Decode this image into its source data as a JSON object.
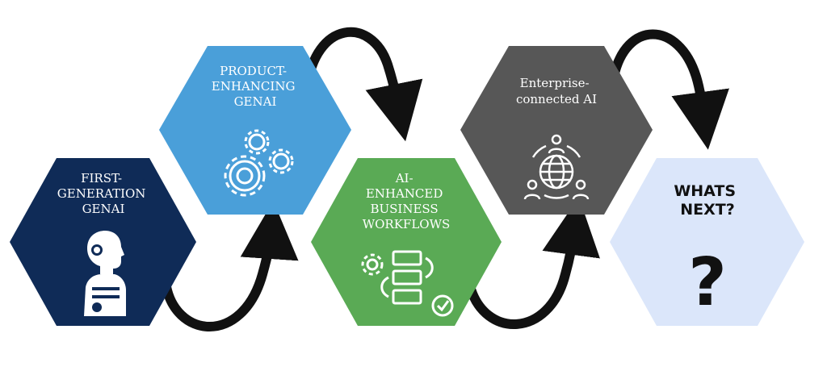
{
  "stages": [
    {
      "lines": [
        "FIRST-",
        "GENERATION",
        "GENAI"
      ],
      "color": "#0f2b57",
      "icon": "robot-icon"
    },
    {
      "lines": [
        "PRODUCT-",
        "ENHANCING",
        "GENAI"
      ],
      "color": "#4a9fd9",
      "icon": "gears-icon"
    },
    {
      "lines": [
        "AI-",
        "ENHANCED",
        "BUSINESS",
        "WORKFLOWS"
      ],
      "color": "#5aaa55",
      "icon": "workflow-icon"
    },
    {
      "lines": [
        "Enterprise-",
        "connected AI"
      ],
      "color": "#575757",
      "icon": "globe-network-icon"
    },
    {
      "lines": [
        "WHATS",
        "NEXT?"
      ],
      "color": "#dbe6fa",
      "icon": "question-mark-icon",
      "glyph": "?"
    }
  ],
  "arrow_color": "#111111"
}
